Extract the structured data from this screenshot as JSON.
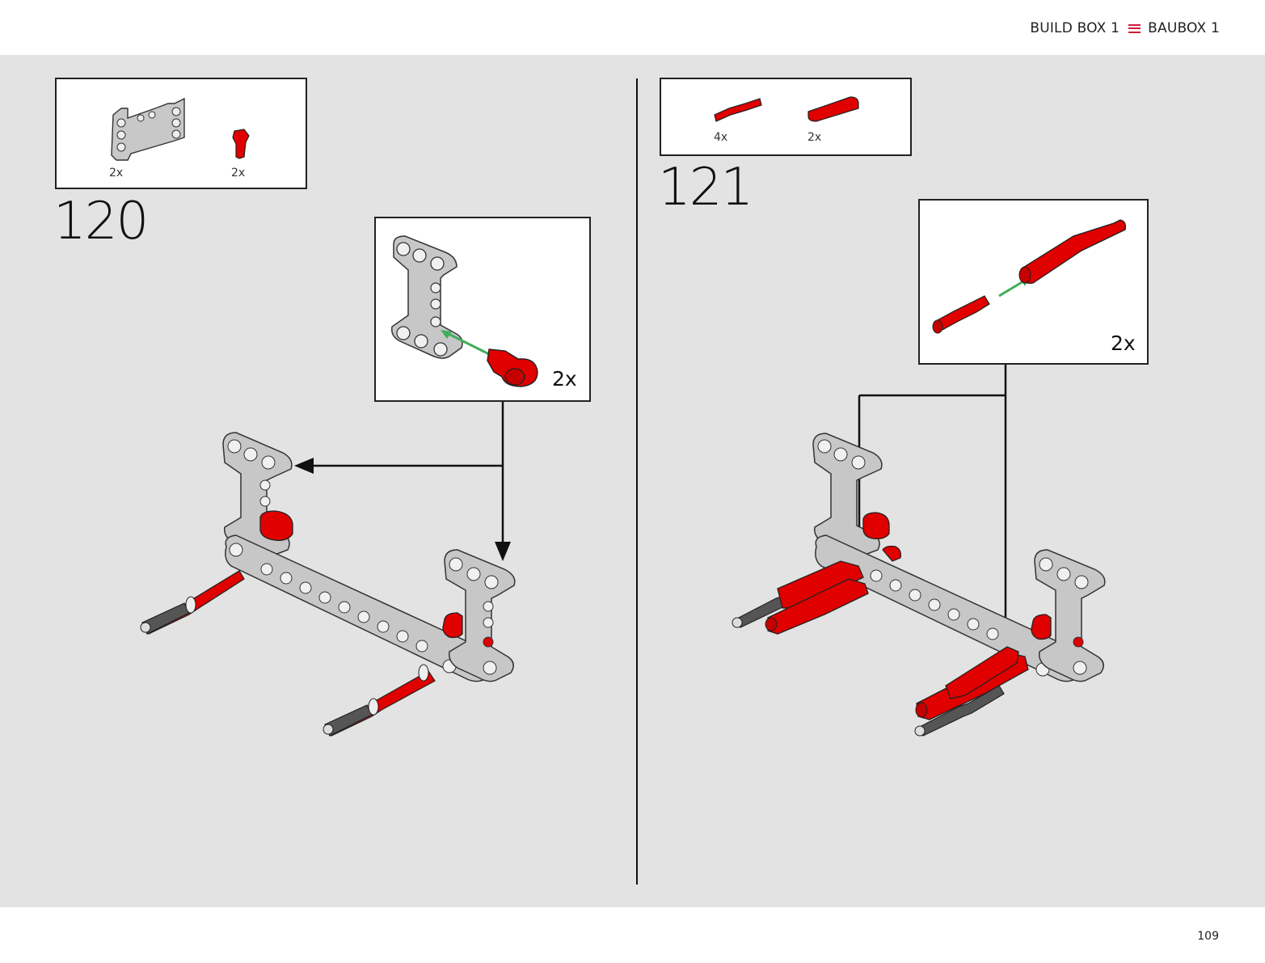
{
  "header": {
    "left_label": "BUILD BOX 1",
    "icon": "menu-lines-icon",
    "right_label": "BAUBOX 1",
    "accent_color": "#d01c3c"
  },
  "steps": [
    {
      "number": "120",
      "parts": [
        {
          "name": "frame-part",
          "count": "2x"
        },
        {
          "name": "red-pin-part",
          "count": "2x"
        }
      ],
      "callout_count": "2x"
    },
    {
      "number": "121",
      "parts": [
        {
          "name": "short-axle-pin",
          "count": "4x"
        },
        {
          "name": "long-connector",
          "count": "2x"
        }
      ],
      "callout_count": "2x"
    }
  ],
  "colors": {
    "background": "#e3e3e3",
    "part_red": "#e00000",
    "part_grey": "#c4c4c4",
    "arrow_green": "#3fae5a"
  },
  "footer": {
    "page_number": "109"
  }
}
